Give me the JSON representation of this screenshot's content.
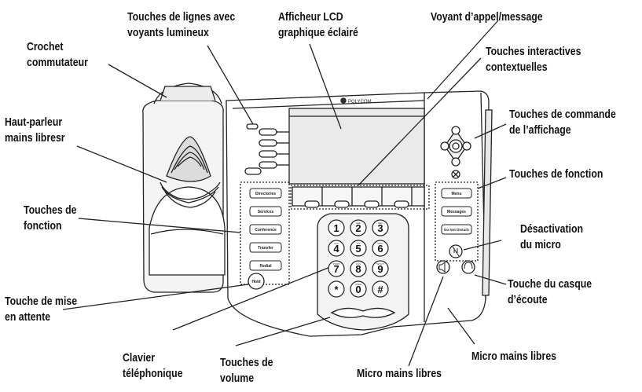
{
  "diagram": {
    "brand": "POLYCOM",
    "labels": {
      "crochet": [
        "Crochet",
        "commutateur"
      ],
      "haut_parleur": [
        "Haut-parleur",
        "mains libresr"
      ],
      "touches_fonction_gauche": [
        "Touches de",
        "fonction"
      ],
      "mise_attente": [
        "Touche de mise",
        "en attente"
      ],
      "clavier": [
        "Clavier",
        "téléphonique"
      ],
      "volume": [
        "Touches de",
        "volume"
      ],
      "micro_bas": [
        "Micro mains libres"
      ],
      "micro_droite": [
        "Micro mains libres"
      ],
      "casque": [
        "Touche du casque",
        "d’écoute"
      ],
      "desactivation_micro": [
        "Désactivation",
        "du micro"
      ],
      "touches_fonction_droite": [
        "Touches de fonction"
      ],
      "commande_affichage": [
        "Touches de commande",
        "de l’affichage"
      ],
      "interactives": [
        "Touches interactives",
        "contextuelles"
      ],
      "voyant": [
        "Voyant d’appel/message"
      ],
      "afficheur": [
        "Afficheur LCD",
        "graphique éclairé"
      ],
      "lignes": [
        "Touches de lignes avec",
        "voyants lumineux"
      ]
    },
    "left_function_keys": [
      "Directories",
      "Services",
      "Conference",
      "Transfer",
      "Redial"
    ],
    "right_function_keys": [
      "Menu",
      "Messages",
      "Do Not Disturb"
    ],
    "hold_key": "Hold",
    "keypad": [
      {
        "digit": "1",
        "letters": ""
      },
      {
        "digit": "2",
        "letters": "ABC"
      },
      {
        "digit": "3",
        "letters": "DEF"
      },
      {
        "digit": "4",
        "letters": "GHI"
      },
      {
        "digit": "5",
        "letters": "JKL"
      },
      {
        "digit": "6",
        "letters": "MNO"
      },
      {
        "digit": "7",
        "letters": "PQRS"
      },
      {
        "digit": "8",
        "letters": "TUV"
      },
      {
        "digit": "9",
        "letters": "WXYZ"
      },
      {
        "digit": "*",
        "letters": ""
      },
      {
        "digit": "0",
        "letters": "OPER"
      },
      {
        "digit": "#",
        "letters": ""
      }
    ]
  }
}
